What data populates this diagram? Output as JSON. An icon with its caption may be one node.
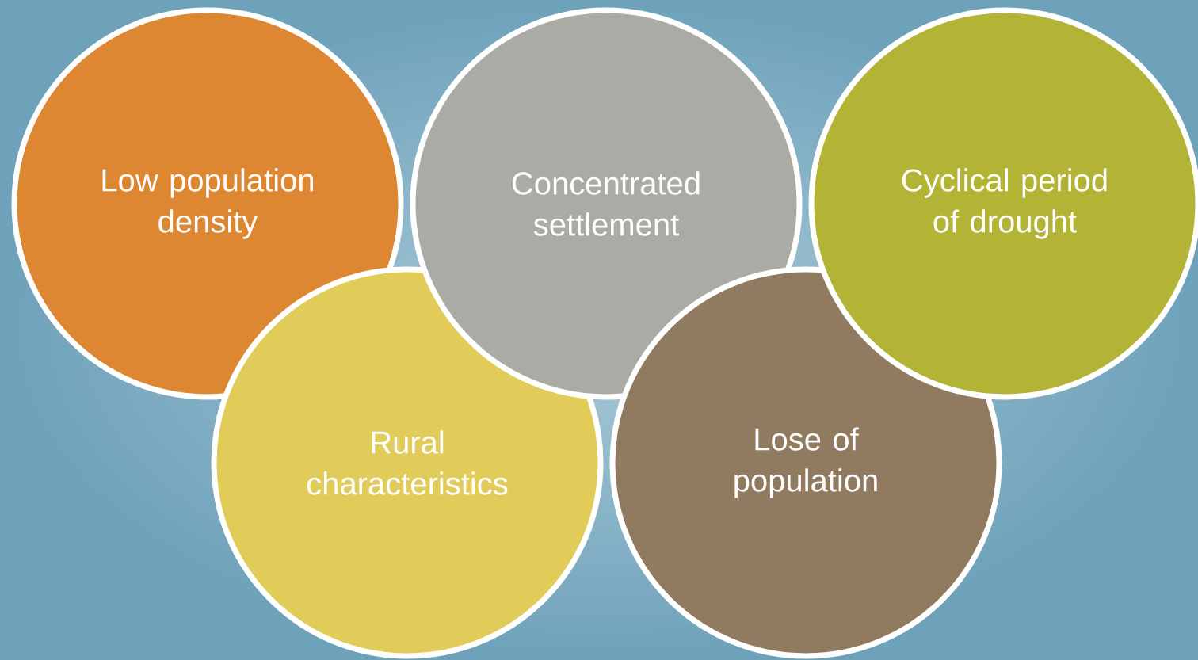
{
  "diagram": {
    "nodes": [
      {
        "text": [
          "Low population density"
        ]
      },
      {
        "text": [
          "Concentrated settlement"
        ]
      },
      {
        "text": [
          "Cyclical period of drought"
        ]
      },
      {
        "text": [
          "Rural characteristics"
        ]
      },
      {
        "text": [
          "Lose of population"
        ]
      }
    ]
  }
}
